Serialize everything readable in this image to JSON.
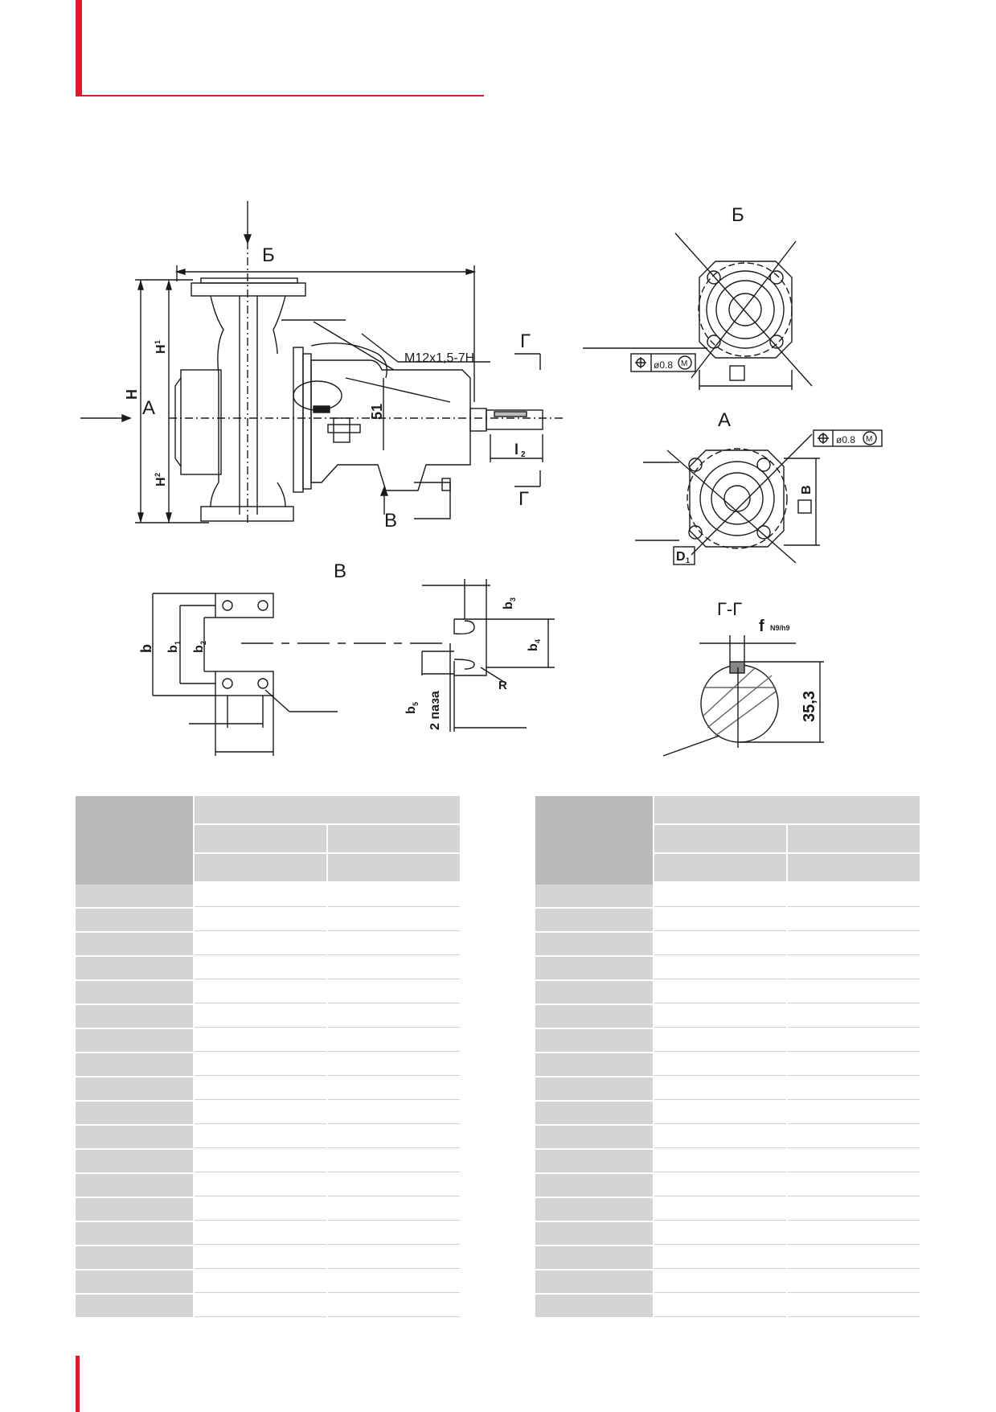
{
  "drawing": {
    "main_view": {
      "label_A": "А",
      "label_B": "Б",
      "label_V": "В",
      "label_G_top": "Г",
      "label_G_bottom": "Г",
      "thread_label": "М12х1,5-7Н",
      "dim_51": "51",
      "dim_H": "H",
      "dim_H1": "H",
      "dim_H1_sub": "1",
      "dim_H2": "H",
      "dim_H2_sub": "2",
      "dim_l2": "l",
      "dim_l2_sub": "2"
    },
    "view_B": {
      "title": "Б",
      "tolerance": "ø0.8",
      "tolerance_mod": "M"
    },
    "view_A": {
      "title": "А",
      "tolerance": "ø0.8",
      "tolerance_mod": "M",
      "square_label": "В",
      "d1": "D",
      "d1_sub": "1"
    },
    "view_V": {
      "title": "В",
      "b": "b",
      "b1": "b",
      "b1_sub": "1",
      "b2": "b",
      "b2_sub": "2",
      "b3": "b",
      "b3_sub": "3",
      "b4": "b",
      "b4_sub": "4",
      "b5": "b",
      "b5_sub": "5",
      "slots": "2 паза",
      "r": "R"
    },
    "section_GG": {
      "title": "Г-Г",
      "f": "f",
      "fit": "N9/h9",
      "dim": "35,3"
    }
  },
  "tables": {
    "left": {
      "rows": 18
    },
    "right": {
      "rows": 18
    }
  },
  "colors": {
    "accent": "#d81e2c",
    "header_dark": "#b9babc",
    "header_light": "#d3d4d5"
  }
}
